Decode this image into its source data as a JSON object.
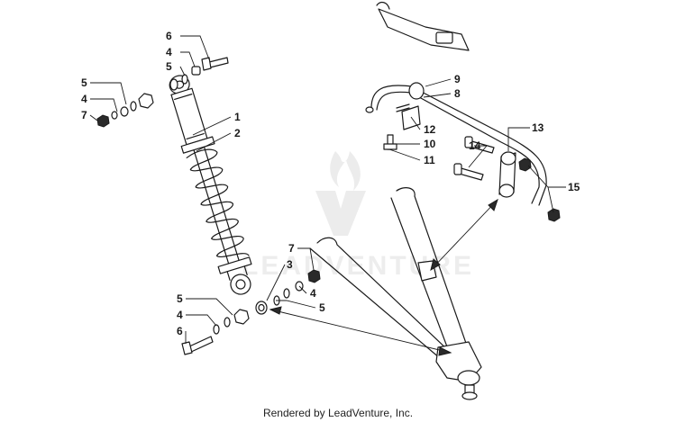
{
  "diagram": {
    "callouts": [
      {
        "id": "c6-top",
        "text": "6"
      },
      {
        "id": "c4-top",
        "text": "4"
      },
      {
        "id": "c5-top",
        "text": "5"
      },
      {
        "id": "c5-left",
        "text": "5"
      },
      {
        "id": "c4-left",
        "text": "4"
      },
      {
        "id": "c7-left",
        "text": "7"
      },
      {
        "id": "c1",
        "text": "1"
      },
      {
        "id": "c2",
        "text": "2"
      },
      {
        "id": "c7-mid",
        "text": "7"
      },
      {
        "id": "c3",
        "text": "3"
      },
      {
        "id": "c4-bot-right",
        "text": "4"
      },
      {
        "id": "c5-bot-right",
        "text": "5"
      },
      {
        "id": "c5-bot-left",
        "text": "5"
      },
      {
        "id": "c4-bot-left",
        "text": "4"
      },
      {
        "id": "c6-bot-left",
        "text": "6"
      },
      {
        "id": "c9",
        "text": "9"
      },
      {
        "id": "c8",
        "text": "8"
      },
      {
        "id": "c12",
        "text": "12"
      },
      {
        "id": "c10",
        "text": "10"
      },
      {
        "id": "c11",
        "text": "11"
      },
      {
        "id": "c13",
        "text": "13"
      },
      {
        "id": "c14",
        "text": "14"
      },
      {
        "id": "c15",
        "text": "15"
      }
    ],
    "watermark_text": "LEADVENTURE"
  },
  "footer": {
    "credit": "Rendered by LeadVenture, Inc."
  }
}
